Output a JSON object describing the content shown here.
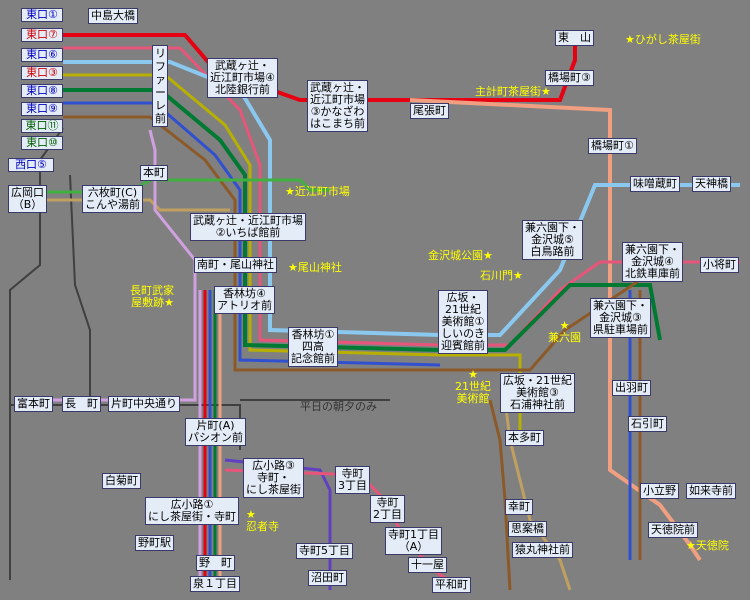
{
  "gates": [
    {
      "key": "g1",
      "text": "東口①",
      "color": "blue"
    },
    {
      "key": "g7",
      "text": "東口⑦",
      "color": "red"
    },
    {
      "key": "g6",
      "text": "東口⑥",
      "color": "blue"
    },
    {
      "key": "g3",
      "text": "東口③",
      "color": "red"
    },
    {
      "key": "g8",
      "text": "東口⑧",
      "color": "blue"
    },
    {
      "key": "g9",
      "text": "東口⑨",
      "color": "blue"
    },
    {
      "key": "g11",
      "text": "東口⑪",
      "color": "green"
    },
    {
      "key": "g10",
      "text": "東口⑩",
      "color": "green"
    }
  ],
  "west_gate": "西口⑤",
  "stops": {
    "nakajima": "中島大橋",
    "refare_mae": "リファーレ前",
    "honmachi": "本町",
    "hiroka": "広岡口\n（B）",
    "rokumai": "六枚町(C)\nこんや湯前",
    "musashi2": "武蔵ヶ辻・近江町市場\n②いちば館前",
    "minami_owari": "南町・尾山神社",
    "korinbo4": "香林坊④\nアトリオ前",
    "musashi4": "武蔵ヶ辻・\n近江町市場④\n北陸銀行前",
    "musashi3": "武蔵ヶ辻・\n近江町市場\n③かなざわ\nはこまち前",
    "owaricho": "尾張町",
    "higashiyama": "東　山",
    "hashibacho3": "橋場町③",
    "hashibacho1": "橋場町①",
    "misokura": "味噌蔵町",
    "tenjinbashi": "天神橋",
    "kenroku5": "兼六園下・\n金沢城⑤\n白鳥路前",
    "kenroku4": "兼六園下・\n金沢城④\n北鉄車庫前",
    "kosho": "小将町",
    "kenroku_ken": "兼六園下・\n金沢城③\n県駐車場前",
    "hirosaka1": "広坂・\n21世紀\n美術館①\nしいのき\n迎賓館前",
    "korinbo1": "香林坊①\n四高\n記念館前",
    "hirosaka3": "広坂・21世紀\n美術館③\n石浦神社前",
    "hondamachi": "本多町",
    "demachi": "出羽町",
    "ishibikicho": "石引町",
    "kodatsuno": "小立野",
    "nyoraiji": "如来寺前",
    "tentokuin": "天徳院前",
    "tomimoto": "富本町",
    "nagamachi": "長　町",
    "katamachi_chuo": "片町中央通り",
    "katamachi_a": "片町(A)\nパシオン前",
    "shiragiku": "白菊町",
    "hirokoji3": "広小路③\n寺町・\nにし茶屋街",
    "teramachi3": "寺町\n3丁目",
    "teramachi2": "寺町\n2丁目",
    "teramachi1": "寺町1丁目\n（A）",
    "hirokoji1": "広小路①\nにし茶屋街・寺町",
    "nomachi_eki": "野町駅",
    "nomachi": "野　町",
    "izumi1": "泉１丁目",
    "teramachi5": "寺町5丁目",
    "numata": "沼田町",
    "juichiya": "十一屋",
    "heiwa": "平和町",
    "saiwai": "幸町",
    "shiankyo": "思案橋",
    "sarumaru": "猿丸神社前"
  },
  "landmarks": {
    "higashi_chaya": "★ひがし茶屋街",
    "kazuemachi": "主計町茶屋街★",
    "omicho": "★近江町市場",
    "oyama": "★尾山神社",
    "kanazawa_castle": "金沢城公園★",
    "ishikawa_gate": "石川門★",
    "kenrokuen": "★\n兼六園",
    "nagamachi_bukeyashiki": "長町武家\n屋敷跡★",
    "museum21": "★\n21世紀\n美術館",
    "ninjadera": "★\n忍者寺",
    "tentokuin_lm": "★天徳院"
  },
  "note_morning": "平日の朝夕のみ",
  "line_colors": {
    "red": "#e60012",
    "pink_red": "#e8557a",
    "light_blue": "#8ac8f0",
    "olive": "#b8b000",
    "dark_green": "#007a33",
    "blue": "#3050d0",
    "brown": "#8c5a28",
    "salmon": "#f0a080",
    "lilac": "#d0a0e0",
    "green": "#40b040",
    "purple": "#6040c0",
    "tan": "#c0a060",
    "dark_gray": "#404040"
  }
}
